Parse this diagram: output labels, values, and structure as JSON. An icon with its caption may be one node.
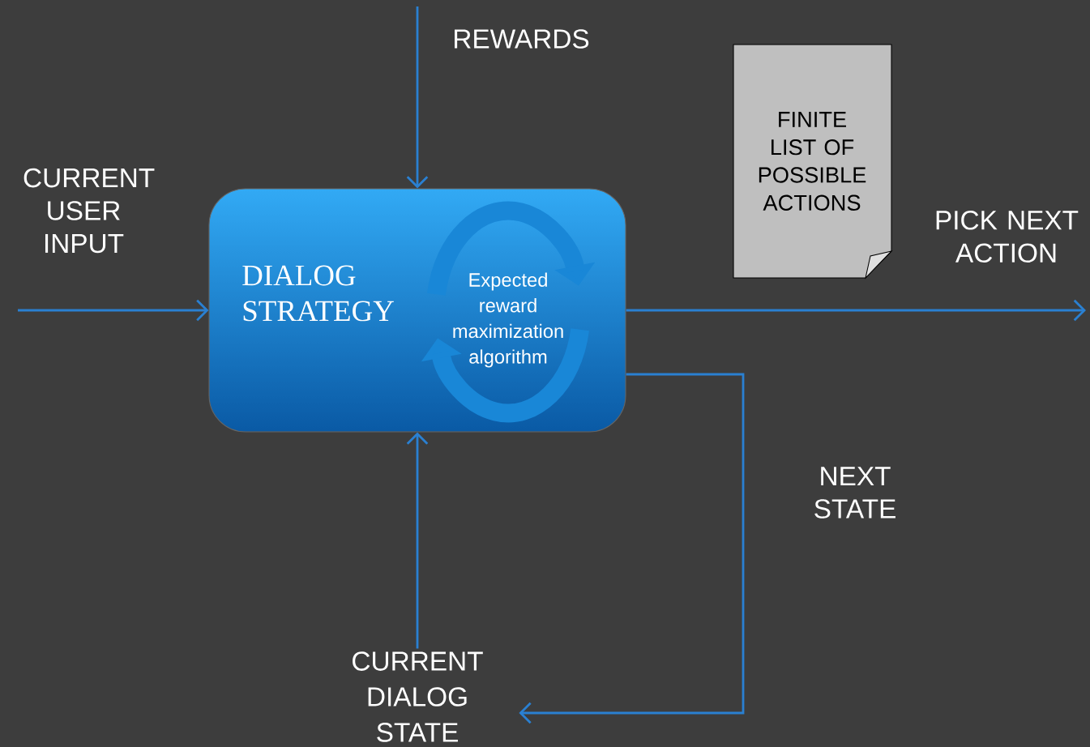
{
  "diagram": {
    "nodes": [
      {
        "text": [
          "DIALOG STRATEGY",
          "Expected reward maximization algorithm"
        ]
      },
      {
        "text": [
          "FINITE LIST OF POSSIBLE ACTIONS"
        ]
      },
      {
        "text": [
          "CURRENT DIALOG STATE"
        ]
      }
    ],
    "edges": [
      {
        "from": null,
        "to": 0,
        "arrow": "to",
        "label": "REWARDS"
      },
      {
        "from": null,
        "to": 0,
        "arrow": "to",
        "label": "CURRENT USER INPUT"
      },
      {
        "from": 0,
        "to": null,
        "arrow": "to",
        "label": "PICK NEXT ACTION"
      },
      {
        "from": 0,
        "to": 2,
        "arrow": "to",
        "label": "NEXT STATE"
      },
      {
        "from": 2,
        "to": 0,
        "arrow": "to"
      }
    ]
  }
}
